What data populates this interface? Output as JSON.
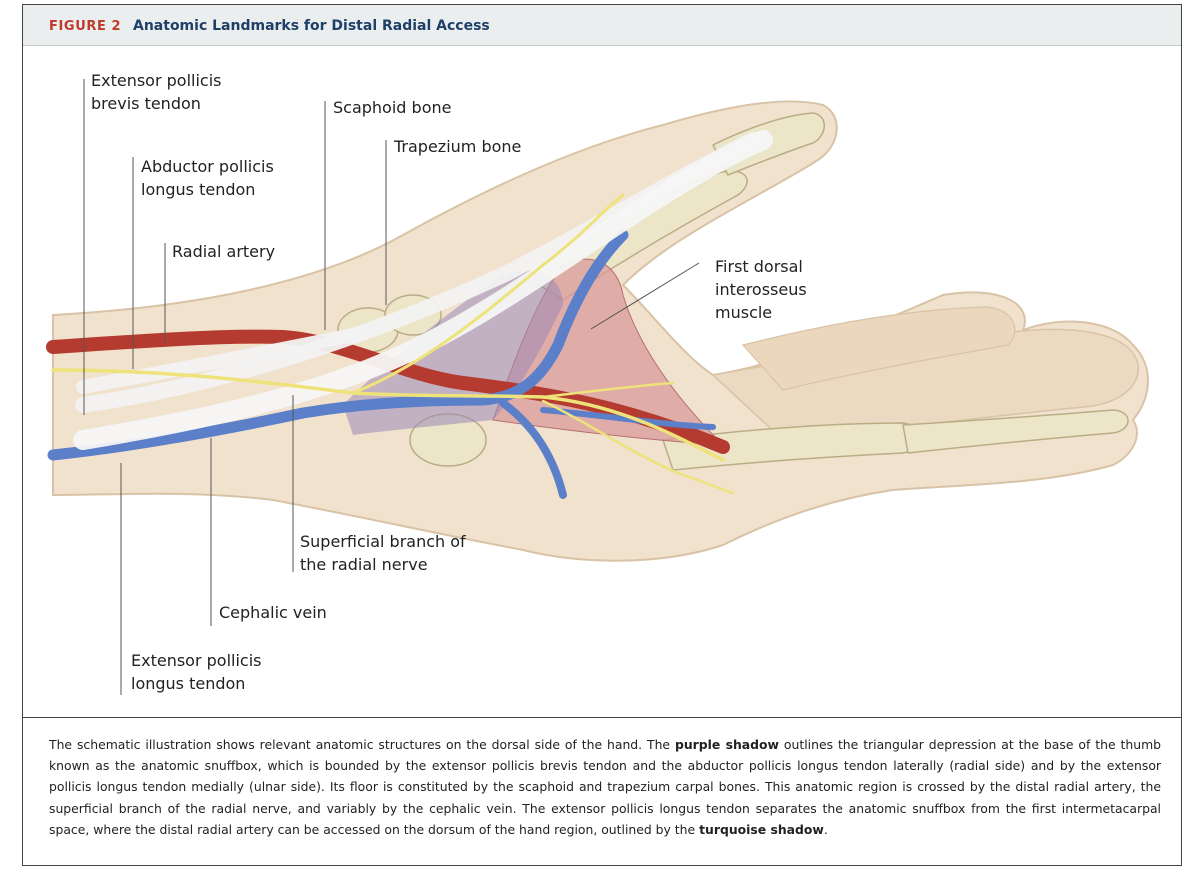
{
  "figure": {
    "label": "FIGURE 2",
    "title": "Anatomic Landmarks for Distal Radial Access"
  },
  "labels": {
    "epb": [
      "Extensor pollicis",
      "brevis tendon"
    ],
    "apl": [
      "Abductor pollicis",
      "longus tendon"
    ],
    "radial_artery": "Radial artery",
    "scaphoid": "Scaphoid bone",
    "trapezium": "Trapezium bone",
    "fdi": [
      "First dorsal",
      "interosseus",
      "muscle"
    ],
    "nerve": [
      "Superficial branch of",
      "the radial nerve"
    ],
    "cephalic": "Cephalic vein",
    "epl": [
      "Extensor pollicis",
      "longus tendon"
    ]
  },
  "caption": {
    "p1": "The schematic illustration shows relevant anatomic structures on the dorsal side of the hand. The ",
    "b1": "purple shadow",
    "p2": " outlines the triangular depression at the base of the thumb known as the anatomic snuffbox, which is bounded by the extensor pollicis brevis tendon and the abductor pollicis longus tendon laterally (radial side) and by the extensor pollicis longus tendon medially (ulnar side). Its floor is constituted by the scaphoid and trapezium carpal bones. This anatomic region is crossed by the distal radial artery, the superficial branch of the radial nerve, and variably by the cephalic vein. The extensor pollicis longus tendon separates the anatomic snuffbox from the first intermetacarpal space, where the distal radial artery can be accessed on the dorsum of the hand region, outlined by the ",
    "b2": "turquoise shadow",
    "p3": "."
  },
  "colors": {
    "skin": "#f1e2ce",
    "skin_edge": "#d9c3a6",
    "bone": "#ece5c8",
    "bone_edge": "#b9ad86",
    "tendon": "#f2f2f2",
    "artery": "#b53a2f",
    "vein": "#5b7fc8",
    "nerve": "#eee27a",
    "snuffbox": "#9a88b8",
    "muscle": "#d99a9a",
    "accent": "#c0392b",
    "title": "#1e3f66"
  }
}
